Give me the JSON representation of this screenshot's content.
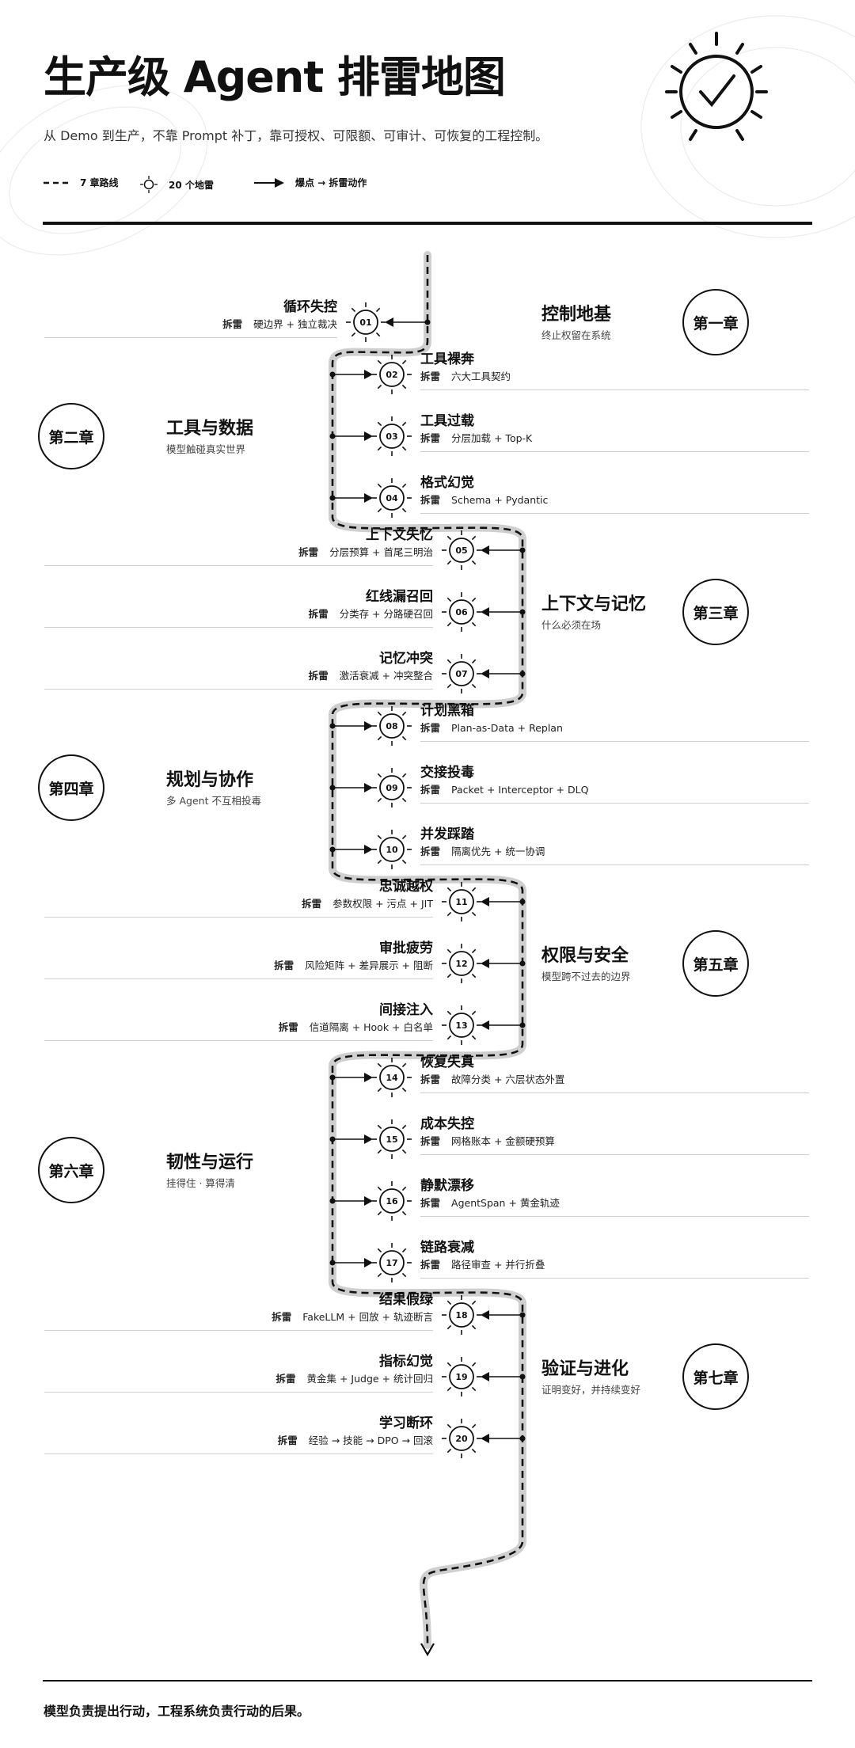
{
  "header": {
    "title": "生产级 Agent 排雷地图",
    "subtitle": "从 Demo 到生产，不靠 Prompt 补丁，靠可授权、可限额、可审计、可恢复的工程控制。",
    "logo_icon": "checkmark-sun-icon"
  },
  "legend": {
    "route_label": "7 章路线",
    "mine_label": "20 个地雷",
    "arrow_label": "爆点 → 拆雷动作"
  },
  "defuse_label": "拆雷",
  "chapters": [
    {
      "name": "第一章",
      "title": "控制地基",
      "subtitle": "终止权留在系统",
      "side": "right",
      "mines": [
        {
          "num": "01",
          "title": "循环失控",
          "action": "硬边界 + 独立裁决"
        }
      ]
    },
    {
      "name": "第二章",
      "title": "工具与数据",
      "subtitle": "模型触碰真实世界",
      "side": "left",
      "mines": [
        {
          "num": "02",
          "title": "工具裸奔",
          "action": "六大工具契约"
        },
        {
          "num": "03",
          "title": "工具过载",
          "action": "分层加载 + Top-K"
        },
        {
          "num": "04",
          "title": "格式幻觉",
          "action": "Schema + Pydantic"
        }
      ]
    },
    {
      "name": "第三章",
      "title": "上下文与记忆",
      "subtitle": "什么必须在场",
      "side": "right",
      "mines": [
        {
          "num": "05",
          "title": "上下文失忆",
          "action": "分层预算 + 首尾三明治"
        },
        {
          "num": "06",
          "title": "红线漏召回",
          "action": "分类存 + 分路硬召回"
        },
        {
          "num": "07",
          "title": "记忆冲突",
          "action": "激活衰减 + 冲突整合"
        }
      ]
    },
    {
      "name": "第四章",
      "title": "规划与协作",
      "subtitle": "多 Agent 不互相投毒",
      "side": "left",
      "mines": [
        {
          "num": "08",
          "title": "计划黑箱",
          "action": "Plan-as-Data + Replan"
        },
        {
          "num": "09",
          "title": "交接投毒",
          "action": "Packet + Interceptor + DLQ"
        },
        {
          "num": "10",
          "title": "并发踩踏",
          "action": "隔离优先 + 统一协调"
        }
      ]
    },
    {
      "name": "第五章",
      "title": "权限与安全",
      "subtitle": "模型跨不过去的边界",
      "side": "right",
      "mines": [
        {
          "num": "11",
          "title": "忠诚越权",
          "action": "参数权限 + 污点 + JIT"
        },
        {
          "num": "12",
          "title": "审批疲劳",
          "action": "风险矩阵 + 差异展示 + 阻断"
        },
        {
          "num": "13",
          "title": "间接注入",
          "action": "信道隔离 + Hook + 白名单"
        }
      ]
    },
    {
      "name": "第六章",
      "title": "韧性与运行",
      "subtitle": "挂得住 · 算得清",
      "side": "left",
      "mines": [
        {
          "num": "14",
          "title": "恢复失真",
          "action": "故障分类 + 六层状态外置"
        },
        {
          "num": "15",
          "title": "成本失控",
          "action": "网格账本 + 金额硬预算"
        },
        {
          "num": "16",
          "title": "静默漂移",
          "action": "AgentSpan + 黄金轨迹"
        },
        {
          "num": "17",
          "title": "链路衰减",
          "action": "路径审查 + 并行折叠"
        }
      ]
    },
    {
      "name": "第七章",
      "title": "验证与进化",
      "subtitle": "证明变好，并持续变好",
      "side": "right",
      "mines": [
        {
          "num": "18",
          "title": "结果假绿",
          "action": "FakeLLM + 回放 + 轨迹断言"
        },
        {
          "num": "19",
          "title": "指标幻觉",
          "action": "黄金集 + Judge + 统计回归"
        },
        {
          "num": "20",
          "title": "学习断环",
          "action": "经验 → 技能 → DPO → 回滚"
        }
      ]
    }
  ],
  "footer": "模型负责提出行动，工程系统负责行动的后果。"
}
